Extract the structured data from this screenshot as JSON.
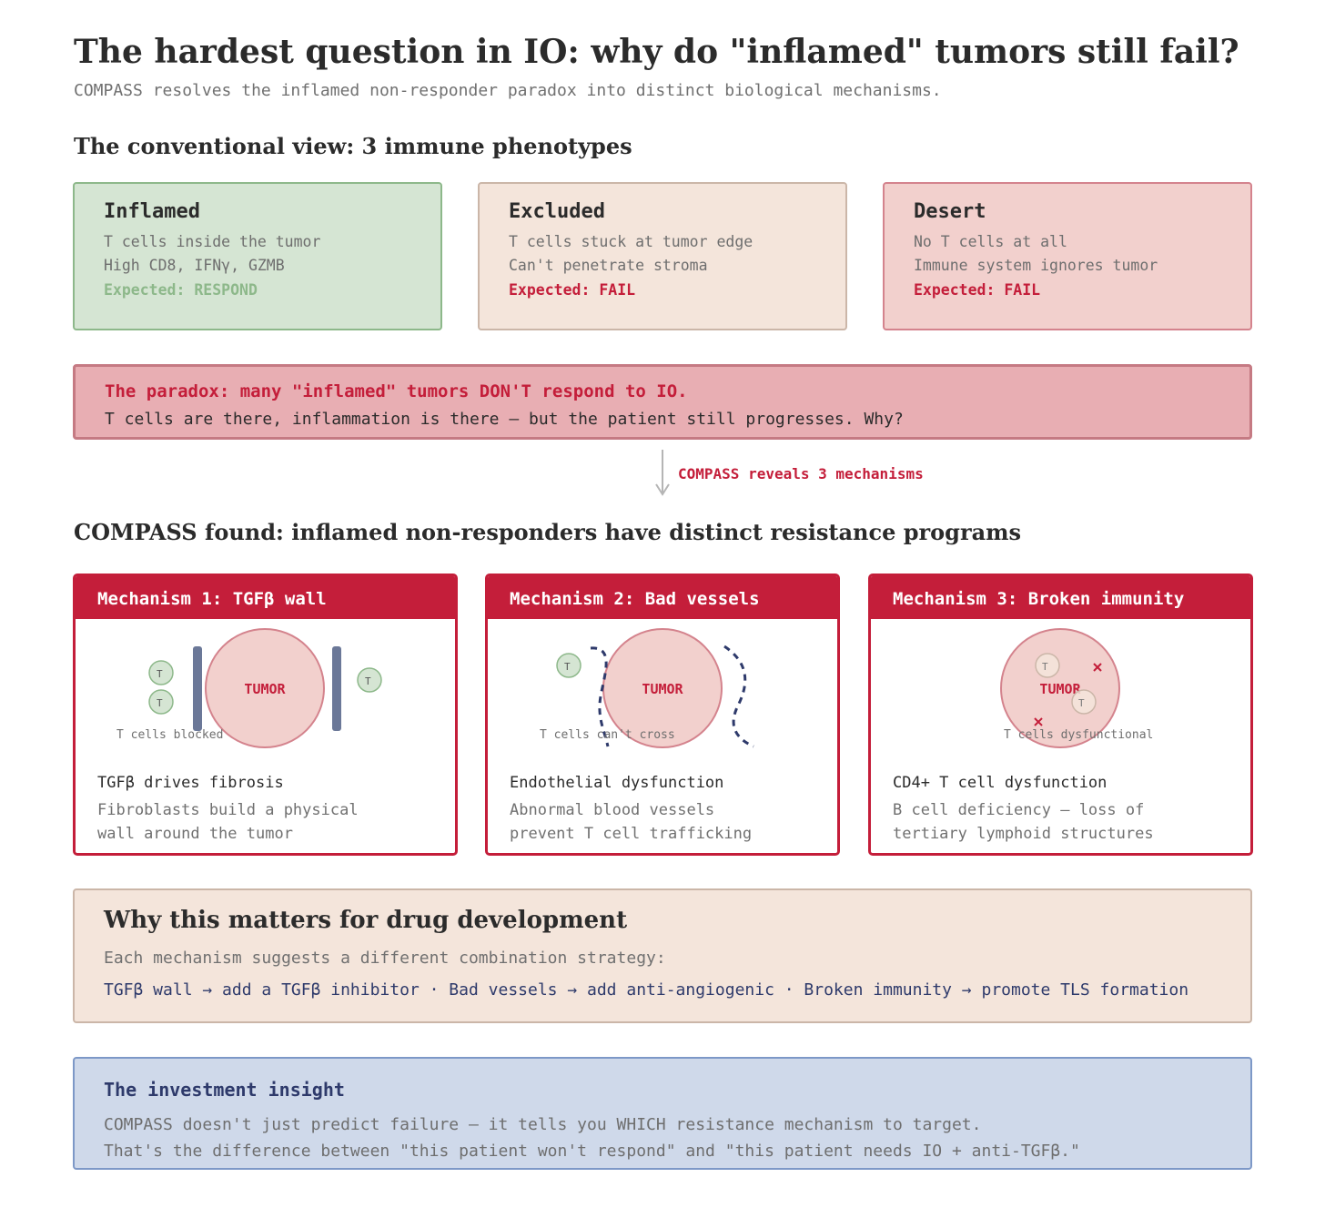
{
  "header": {
    "title": "The hardest question in IO: why do \"inflamed\" tumors still fail?",
    "subtitle": "COMPASS resolves the inflamed non-responder paradox into distinct biological mechanisms."
  },
  "conventional": {
    "title": "The conventional view: 3 immune phenotypes",
    "phenotypes": [
      {
        "name": "Inflamed",
        "lines": [
          "T cells inside the tumor",
          "High CD8, IFNγ, GZMB"
        ],
        "expected": "Expected: RESPOND",
        "bg": "#d5e5d3",
        "border": "#8db88a",
        "expected_color": "#8db88a"
      },
      {
        "name": "Excluded",
        "lines": [
          "T cells stuck at tumor edge",
          "Can't penetrate stroma"
        ],
        "expected": "Expected: FAIL",
        "bg": "#f4e5db",
        "border": "#cbb6a8",
        "expected_color": "#c41e3a"
      },
      {
        "name": "Desert",
        "lines": [
          "No T cells at all",
          "Immune system ignores tumor"
        ],
        "expected": "Expected: FAIL",
        "bg": "#f2d0cd",
        "border": "#d4838d",
        "expected_color": "#c41e3a"
      }
    ]
  },
  "paradox": {
    "headline": "The paradox: many \"inflamed\" tumors DON'T respond to IO.",
    "body": "T cells are there, inflammation is there — but the patient still progresses. Why?"
  },
  "arrow_label": "COMPASS reveals 3 mechanisms",
  "compass": {
    "title": "COMPASS found: inflamed non-responders have distinct resistance programs",
    "mechanisms": [
      {
        "header": "Mechanism 1: TGFβ wall",
        "tumor_label": "TUMOR",
        "cell_label": "T",
        "caption": "T cells blocked",
        "driver": "TGFβ drives fibrosis",
        "desc": [
          "Fibroblasts build a physical",
          "wall around the tumor"
        ]
      },
      {
        "header": "Mechanism 2: Bad vessels",
        "tumor_label": "TUMOR",
        "cell_label": "T",
        "caption": "T cells can't cross",
        "driver": "Endothelial dysfunction",
        "desc": [
          "Abnormal blood vessels",
          "prevent T cell trafficking"
        ]
      },
      {
        "header": "Mechanism 3: Broken immunity",
        "tumor_label": "TUMOR",
        "cell_label": "T",
        "caption": "T cells dysfunctional",
        "driver": "CD4+ T cell dysfunction",
        "desc": [
          "B cell deficiency — loss of",
          "tertiary lymphoid structures"
        ]
      }
    ]
  },
  "why": {
    "title": "Why this matters for drug development",
    "subtitle": "Each mechanism suggests a different combination strategy:",
    "strategies": "TGFβ wall → add a TGFβ inhibitor · Bad vessels → add anti-angiogenic · Broken immunity → promote TLS formation"
  },
  "insight": {
    "title": "The investment insight",
    "lines": [
      "COMPASS doesn't just predict failure — it tells you WHICH resistance mechanism to target.",
      "That's the difference between \"this patient won't respond\" and \"this patient needs IO + anti-TGFβ.\""
    ]
  },
  "colors": {
    "accent_red": "#c41e3a",
    "navy": "#2e3a6b",
    "tumor_fill": "#f2d0cd",
    "tumor_stroke": "#d4838d",
    "tcell_fill": "#d5e5d3",
    "tcell_stroke": "#8db88a",
    "wall": "#6b7898"
  }
}
